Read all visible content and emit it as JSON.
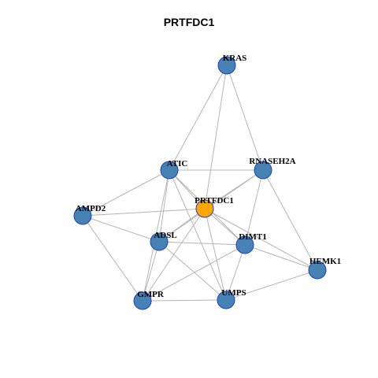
{
  "title": "PRTFDC1",
  "colors": {
    "node": "#4682b4",
    "node_border": "#1f3fbf",
    "center_node": "#ffa500",
    "edge": "#b4b4b4"
  },
  "nodes": [
    {
      "id": "PRTFDC1",
      "label": "PRTFDC1",
      "center": true
    },
    {
      "id": "KRAS",
      "label": "KRAS"
    },
    {
      "id": "ATIC",
      "label": "ATIC"
    },
    {
      "id": "RNASEH2A",
      "label": "RNASEH2A"
    },
    {
      "id": "AMPD2",
      "label": "AMPD2"
    },
    {
      "id": "ADSL",
      "label": "ADSL"
    },
    {
      "id": "DIMT1",
      "label": "DIMT1"
    },
    {
      "id": "HEMK1",
      "label": "HEMK1"
    },
    {
      "id": "GMPR",
      "label": "GMPR"
    },
    {
      "id": "UMPS",
      "label": "UMPS"
    }
  ],
  "edges": [
    [
      "KRAS",
      "ATIC"
    ],
    [
      "KRAS",
      "RNASEH2A"
    ],
    [
      "KRAS",
      "PRTFDC1"
    ],
    [
      "ATIC",
      "RNASEH2A"
    ],
    [
      "ATIC",
      "AMPD2"
    ],
    [
      "ATIC",
      "PRTFDC1"
    ],
    [
      "ATIC",
      "ADSL"
    ],
    [
      "ATIC",
      "GMPR"
    ],
    [
      "ATIC",
      "UMPS"
    ],
    [
      "ATIC",
      "DIMT1"
    ],
    [
      "RNASEH2A",
      "PRTFDC1"
    ],
    [
      "RNASEH2A",
      "DIMT1"
    ],
    [
      "RNASEH2A",
      "HEMK1"
    ],
    [
      "RNASEH2A",
      "ADSL"
    ],
    [
      "AMPD2",
      "PRTFDC1"
    ],
    [
      "AMPD2",
      "ADSL"
    ],
    [
      "AMPD2",
      "GMPR"
    ],
    [
      "PRTFDC1",
      "ADSL"
    ],
    [
      "PRTFDC1",
      "DIMT1"
    ],
    [
      "PRTFDC1",
      "GMPR"
    ],
    [
      "PRTFDC1",
      "UMPS"
    ],
    [
      "PRTFDC1",
      "HEMK1"
    ],
    [
      "ADSL",
      "DIMT1"
    ],
    [
      "ADSL",
      "GMPR"
    ],
    [
      "ADSL",
      "UMPS"
    ],
    [
      "DIMT1",
      "HEMK1"
    ],
    [
      "DIMT1",
      "UMPS"
    ],
    [
      "DIMT1",
      "GMPR"
    ],
    [
      "HEMK1",
      "UMPS"
    ],
    [
      "GMPR",
      "UMPS"
    ]
  ]
}
